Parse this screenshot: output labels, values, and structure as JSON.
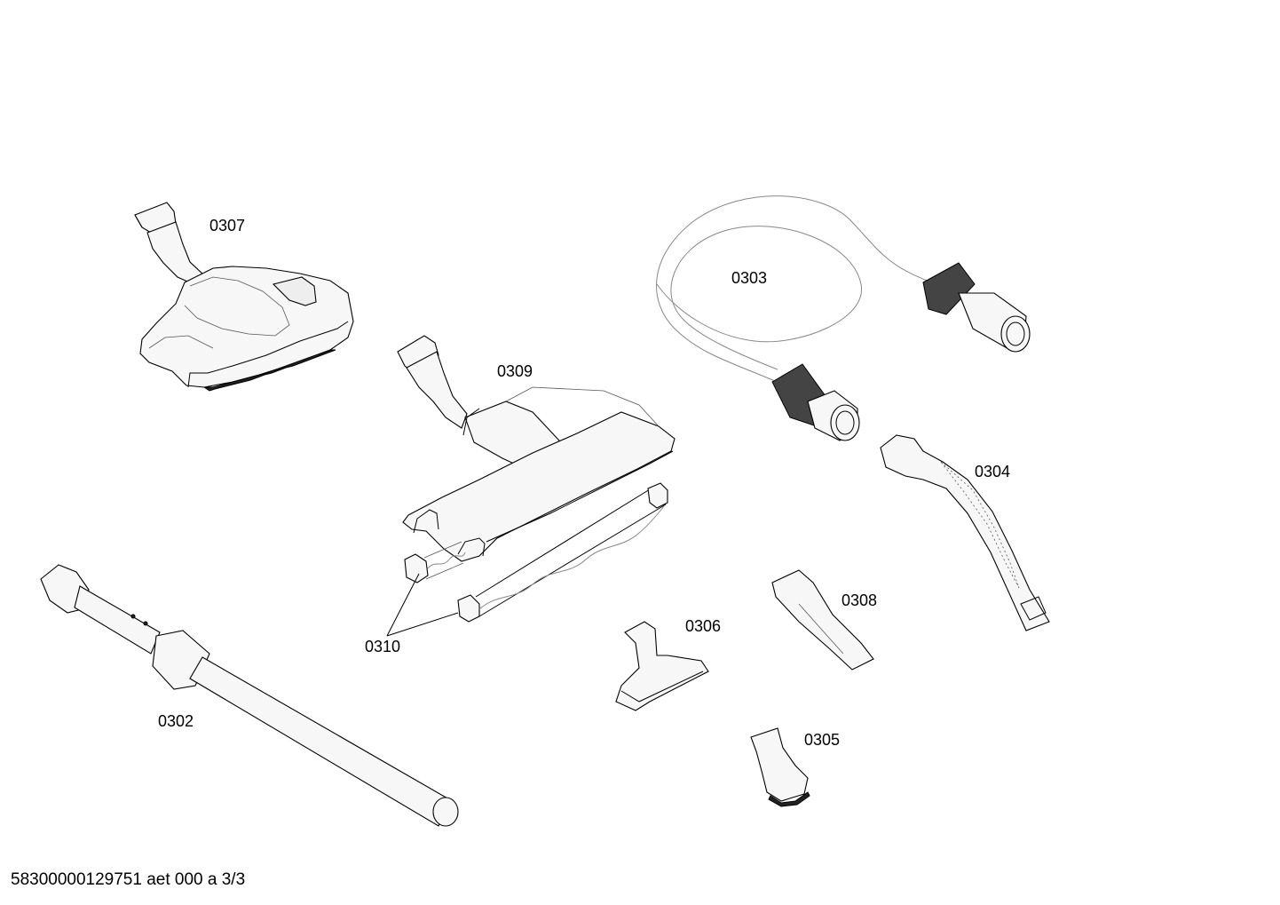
{
  "diagram": {
    "parts": [
      {
        "id": "0307",
        "label": "0307",
        "icon": "floor-brush-nozzle-icon"
      },
      {
        "id": "0309",
        "label": "0309",
        "icon": "turbo-brush-nozzle-icon"
      },
      {
        "id": "0303",
        "label": "0303",
        "icon": "suction-hose-icon"
      },
      {
        "id": "0304",
        "label": "0304",
        "icon": "hose-handle-icon"
      },
      {
        "id": "0310",
        "label": "0310",
        "icon": "brush-roller-icon"
      },
      {
        "id": "0302",
        "label": "0302",
        "icon": "telescopic-tube-icon"
      },
      {
        "id": "0306",
        "label": "0306",
        "icon": "upholstery-nozzle-icon"
      },
      {
        "id": "0308",
        "label": "0308",
        "icon": "crevice-nozzle-icon"
      },
      {
        "id": "0305",
        "label": "0305",
        "icon": "small-nozzle-icon"
      }
    ]
  },
  "footer": {
    "document_code": "58300000129751 aet 000 a 3/3"
  }
}
